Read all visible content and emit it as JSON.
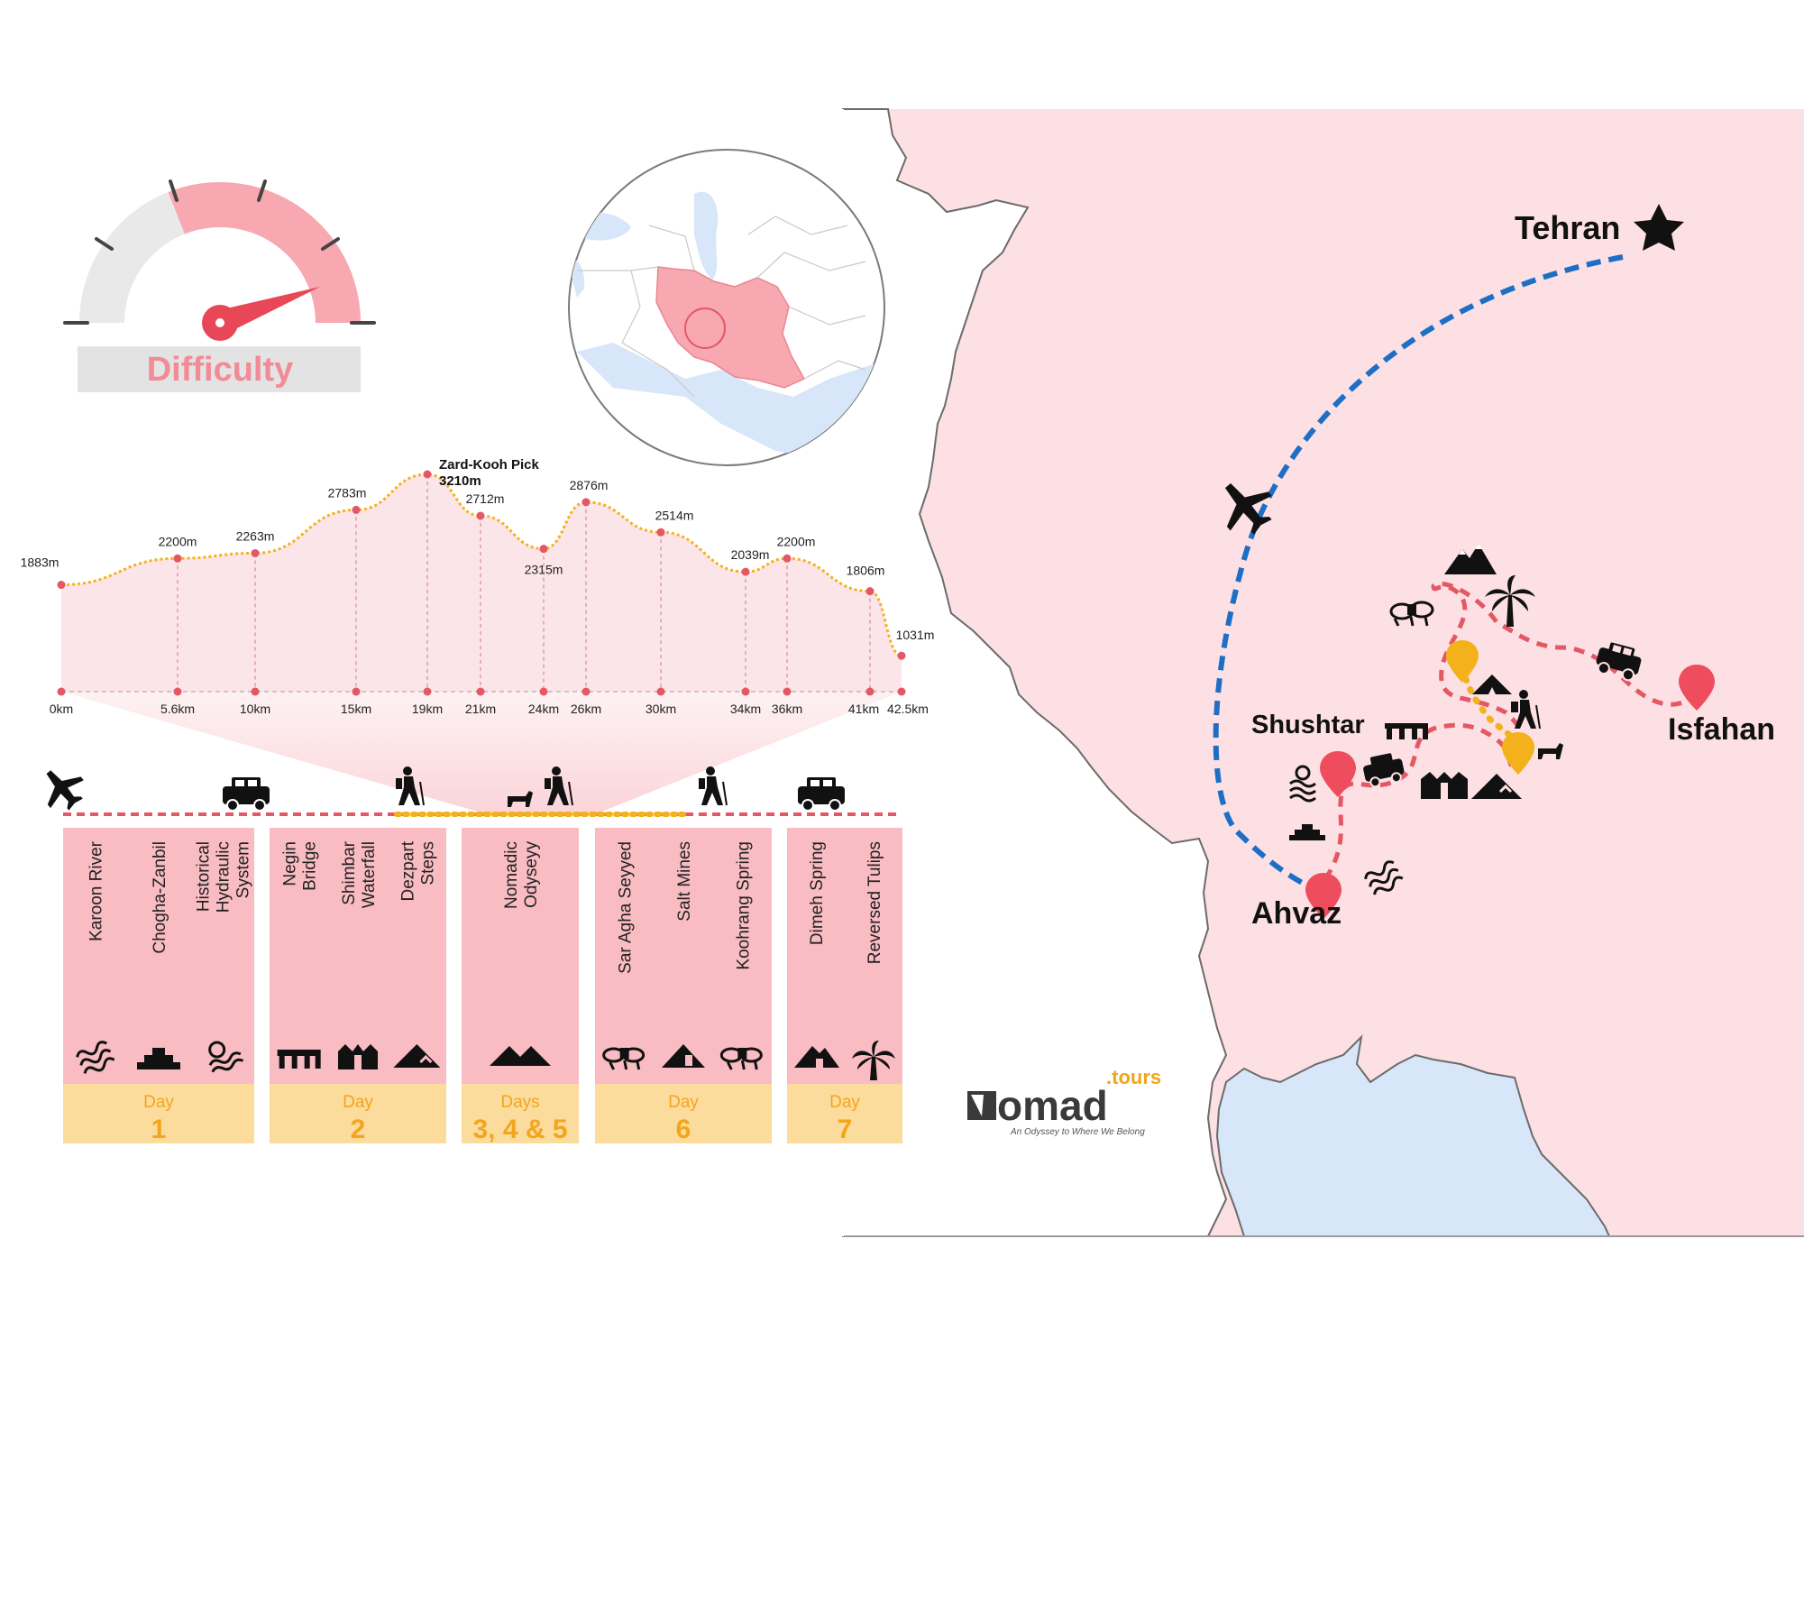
{
  "difficulty": {
    "label": "Difficulty",
    "level": 0.72
  },
  "map": {
    "cities": [
      {
        "id": "tehran",
        "name": "Tehran"
      },
      {
        "id": "shushtar",
        "name": "Shushtar"
      },
      {
        "id": "isfahan",
        "name": "Isfahan"
      },
      {
        "id": "ahvaz",
        "name": "Ahvaz"
      }
    ]
  },
  "elevation": {
    "peak_name": "Zard-Kooh Pick",
    "points": [
      {
        "km": "0km",
        "elev": "1883m",
        "km_val": 0,
        "m_val": 1883
      },
      {
        "km": "5.6km",
        "elev": "2200m",
        "km_val": 5.6,
        "m_val": 2200
      },
      {
        "km": "10km",
        "elev": "2263m",
        "km_val": 10,
        "m_val": 2263
      },
      {
        "km": "15km",
        "elev": "2783m",
        "km_val": 15,
        "m_val": 2783
      },
      {
        "km": "19km",
        "elev": "3210m",
        "km_val": 19,
        "m_val": 3210
      },
      {
        "km": "21km",
        "elev": "2712m",
        "km_val": 21,
        "m_val": 2712
      },
      {
        "km": "24km",
        "elev": "2315m",
        "km_val": 24,
        "m_val": 2315
      },
      {
        "km": "26km",
        "elev": "2876m",
        "km_val": 26,
        "m_val": 2876
      },
      {
        "km": "30km",
        "elev": "2514m",
        "km_val": 30,
        "m_val": 2514
      },
      {
        "km": "34km",
        "elev": "2039m",
        "km_val": 34,
        "m_val": 2039
      },
      {
        "km": "36km",
        "elev": "2200m",
        "km_val": 36,
        "m_val": 2200
      },
      {
        "km": "41km",
        "elev": "1806m",
        "km_val": 41,
        "m_val": 1806
      },
      {
        "km": "42.5km",
        "elev": "1031m",
        "km_val": 42.5,
        "m_val": 1031
      }
    ]
  },
  "days": [
    {
      "day_word": "Day",
      "day_num": "1",
      "places": [
        "Karoon River",
        "Chogha-Zanbil",
        "Historical Hydraulic System"
      ],
      "icons": [
        "river-icon",
        "ziggurat-icon",
        "watermill-icon"
      ]
    },
    {
      "day_word": "Day",
      "day_num": "2",
      "places": [
        "Negin Bridge",
        "Shimbar Waterfall",
        "Dezpart Steps"
      ],
      "icons": [
        "bridge-icon",
        "waterfall-icon",
        "steps-icon"
      ]
    },
    {
      "day_word": "Days",
      "day_num": "3, 4 & 5",
      "places": [
        "Nomadic Odyseyy"
      ],
      "icons": [
        "mountains-icon"
      ]
    },
    {
      "day_word": "Day",
      "day_num": "6",
      "places": [
        "Sar Agha Seyyed",
        "Salt Mines",
        "Koohrang Spring"
      ],
      "icons": [
        "village-icon",
        "salt-mine-icon"
      ]
    },
    {
      "day_word": "Day",
      "day_num": "7",
      "places": [
        "Dimeh Spring",
        "Reversed Tulips"
      ],
      "icons": [
        "spring-icon",
        "tulip-icon"
      ]
    }
  ],
  "brand": {
    "name": "omad",
    "suffix": ".tours",
    "tagline": "An Odyssey to Where We Belong"
  },
  "colors": {
    "pink": "#f9bcc2",
    "mapPink": "#fde0e3",
    "red": "#e45764",
    "orange": "#f3b21b",
    "yellow": "#fbdc9c",
    "blue": "#1d6fc6",
    "sea": "#d7e6f8"
  }
}
